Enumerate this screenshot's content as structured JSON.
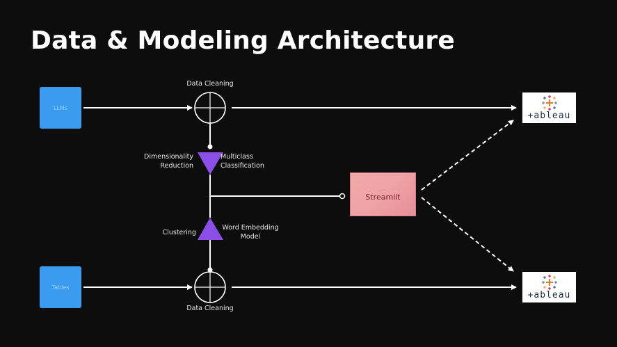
{
  "slide": {
    "title": "Data & Modeling Architecture"
  },
  "sources": {
    "top_label": "LLMs",
    "bottom_label": "Tables"
  },
  "labels": {
    "data_cleaning_top": "Data Cleaning",
    "data_cleaning_bottom": "Data Cleaning",
    "dimensionality_reduction": "Dimensionality\nReduction",
    "multiclass_classification": "Multiclass\nClassification",
    "clustering": "Clustering",
    "word_embedding_model": "Word Embedding\nModel"
  },
  "streamlit": {
    "dots": "...",
    "name": "Streamlit"
  },
  "tableau": {
    "wordmark": "+ableau"
  },
  "colors": {
    "background": "#0d0d0d",
    "source_box": "#3a9bef",
    "triangle": "#8b4fe8",
    "streamlit": "#eea3a6",
    "lines": "#ffffff"
  }
}
